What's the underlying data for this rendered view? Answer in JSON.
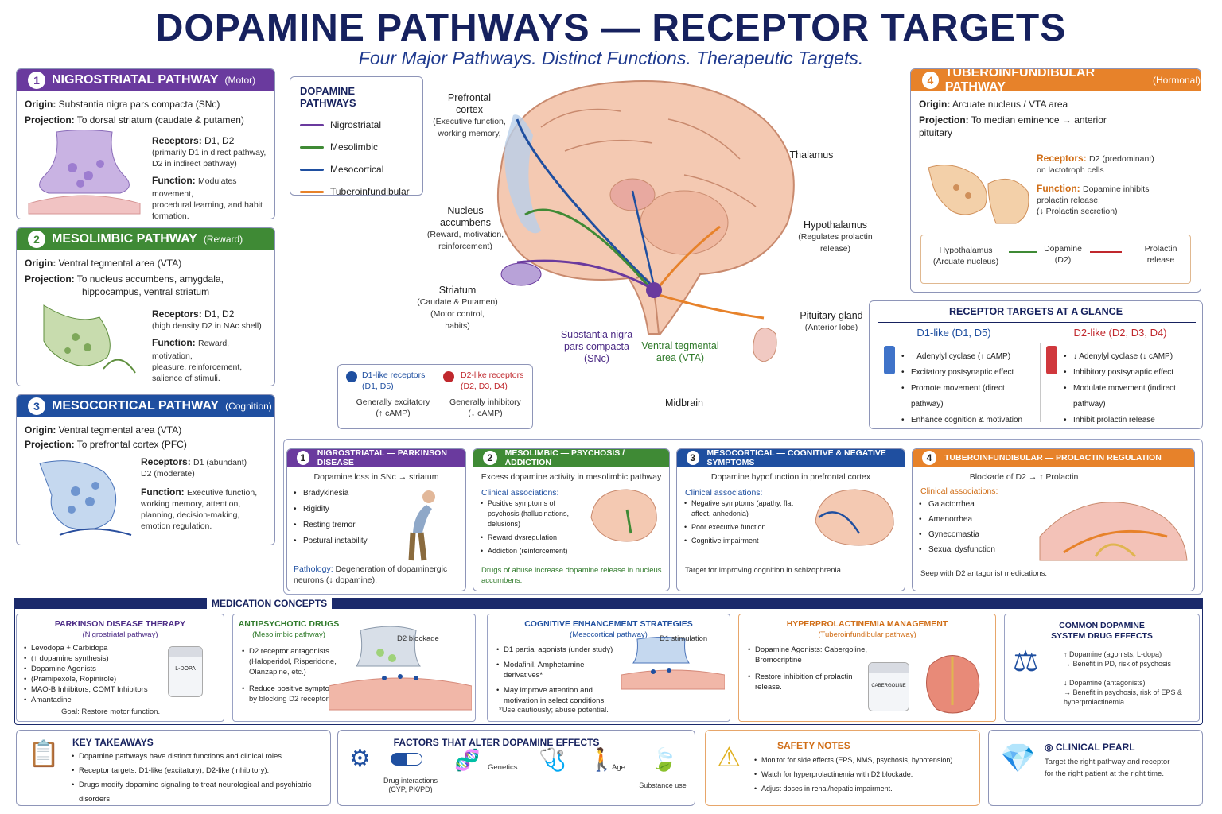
{
  "header": {
    "title": "DOPAMINE PATHWAYS — RECEPTOR TARGETS",
    "subtitle": "Four Major Pathways. Distinct Functions. Therapeutic Targets."
  },
  "colors": {
    "nigrostriatal": "#6a3a9e",
    "mesolimbic": "#3f8a35",
    "mesocortical": "#1f4fa0",
    "tuberoinfundibular": "#e7822a",
    "navy": "#16215e",
    "d1": "#1f4fa0",
    "d2": "#c0282d"
  },
  "p1": {
    "num": "1",
    "title": "NIGROSTRIATAL PATHWAY",
    "tag": "(Motor)",
    "origin_k": "Origin:",
    "origin": "Substantia nigra pars compacta (SNc)",
    "proj_k": "Projection:",
    "proj": "To dorsal striatum (caudate & putamen)",
    "rec_k": "Receptors:",
    "rec": "D1, D2",
    "rec_note1": "(primarily D1 in direct pathway,",
    "rec_note2": "D2 in indirect pathway)",
    "func_k": "Function:",
    "func1": "Modulates movement,",
    "func2": "procedural learning, and habit",
    "func3": "formation."
  },
  "p2": {
    "num": "2",
    "title": "MESOLIMBIC PATHWAY",
    "tag": "(Reward)",
    "origin_k": "Origin:",
    "origin": "Ventral tegmental area (VTA)",
    "proj_k": "Projection:",
    "proj1": "To nucleus accumbens, amygdala,",
    "proj2": "hippocampus, ventral striatum",
    "rec_k": "Receptors:",
    "rec": "D1, D2",
    "rec_note": "(high density D2 in NAc shell)",
    "func_k": "Function:",
    "func1": "Reward, motivation,",
    "func2": "pleasure, reinforcement,",
    "func3": "salience of stimuli."
  },
  "p3": {
    "num": "3",
    "title": "MESOCORTICAL PATHWAY",
    "tag": "(Cognition)",
    "origin_k": "Origin:",
    "origin": "Ventral tegmental area (VTA)",
    "proj_k": "Projection:",
    "proj": "To prefrontal cortex (PFC)",
    "rec_k": "Receptors:",
    "rec1": "D1 (abundant)",
    "rec2": "D2 (moderate)",
    "func_k": "Function:",
    "func1": "Executive function,",
    "func2": "working memory, attention,",
    "func3": "planning, decision-making,",
    "func4": "emotion regulation."
  },
  "p4": {
    "num": "4",
    "title": "TUBEROINFUNDIBULAR PATHWAY",
    "tag": "(Hormonal)",
    "origin_k": "Origin:",
    "origin": "Arcuate nucleus / VTA area",
    "proj_k": "Projection:",
    "proj1": "To median eminence → anterior",
    "proj2": "pituitary",
    "rec_k": "Receptors:",
    "rec": "D2 (predominant)",
    "rec2": "on lactotroph cells",
    "func_k": "Function:",
    "func1": "Dopamine inhibits",
    "func2": "prolactin release.",
    "func3": "(↓ Prolactin secretion)",
    "flow_a": "Hypothalamus",
    "flow_a2": "(Arcuate nucleus)",
    "flow_b": "Dopamine",
    "flow_b2": "(D2)",
    "flow_c": "Prolactin",
    "flow_c2": "release"
  },
  "legend": {
    "title": "DOPAMINE PATHWAYS",
    "items": [
      "Nigrostriatal",
      "Mesolimbic",
      "Mesocortical",
      "Tuberoinfundibular"
    ]
  },
  "brain": {
    "pfc": "Prefrontal",
    "pfc2": "cortex",
    "pfc_s": "(Executive function,",
    "pfc_s2": "working memory,",
    "thal": "Thalamus",
    "nacc": "Nucleus",
    "nacc2": "accumbens",
    "nacc_s": "(Reward, motivation,",
    "nacc_s2": "reinforcement)",
    "hyp": "Hypothalamus",
    "hyp_s": "(Regulates prolactin",
    "hyp_s2": "release)",
    "str": "Striatum",
    "str_s": "(Caudate & Putamen)",
    "str_s2": "(Motor control,",
    "str_s3": "habits)",
    "snc": "Substantia nigra",
    "snc2": "pars compacta",
    "snc3": "(SNc)",
    "vta": "Ventral tegmental",
    "vta2": "area (VTA)",
    "pit": "Pituitary gland",
    "pit_s": "(Anterior lobe)",
    "mid": "Midbrain"
  },
  "rkey": {
    "d1": "D1-like receptors",
    "d1b": "(D1, D5)",
    "d1c": "Generally excitatory",
    "d1d": "(↑ cAMP)",
    "d2": "D2-like receptors",
    "d2b": "(D2, D3, D4)",
    "d2c": "Generally inhibitory",
    "d2d": "(↓ cAMP)"
  },
  "glance": {
    "title": "RECEPTOR TARGETS AT A GLANCE",
    "d1": "D1-like (D1, D5)",
    "d2": "D2-like (D2, D3, D4)",
    "d1_items": [
      "↑ Adenylyl cyclase (↑ cAMP)",
      "Excitatory postsynaptic effect",
      "Promote movement (direct pathway)",
      "Enhance cognition & motivation"
    ],
    "d2_items": [
      "↓ Adenylyl cyclase (↓ cAMP)",
      "Inhibitory postsynaptic effect",
      "Modulate movement (indirect pathway)",
      "Inhibit prolactin release"
    ]
  },
  "clin": [
    {
      "num": "1",
      "title": "NIGROSTRIATAL — PARKINSON DISEASE",
      "lead": "Dopamine loss in SNc → striatum",
      "items": [
        "Bradykinesia",
        "Rigidity",
        "Resting tremor",
        "Postural instability"
      ],
      "foot_k": "Pathology:",
      "foot": "Degeneration of dopaminergic neurons (↓ dopamine)."
    },
    {
      "num": "2",
      "title": "MESOLIMBIC — PSYCHOSIS / ADDICTION",
      "lead": "Excess dopamine activity in mesolimbic pathway",
      "assoc": "Clinical associations:",
      "items": [
        "Positive symptoms of psychosis (hallucinations, delusions)",
        "Reward dysregulation",
        "Addiction (reinforcement)"
      ],
      "foot": "Drugs of abuse increase dopamine release in nucleus accumbens."
    },
    {
      "num": "3",
      "title": "MESOCORTICAL — COGNITIVE & NEGATIVE SYMPTOMS",
      "lead": "Dopamine hypofunction in prefrontal cortex",
      "assoc": "Clinical associations:",
      "items": [
        "Negative symptoms (apathy, flat affect, anhedonia)",
        "Poor executive function",
        "Cognitive impairment"
      ],
      "foot": "Target for improving cognition in schizophrenia."
    },
    {
      "num": "4",
      "title": "TUBEROINFUNDIBULAR — PROLACTIN REGULATION",
      "lead": "Blockade of D2 → ↑ Prolactin",
      "assoc": "Clinical associations:",
      "items": [
        "Galactorrhea",
        "Amenorrhea",
        "Gynecomastia",
        "Sexual dysfunction"
      ],
      "foot": "Seep with D2 antagonist medications."
    }
  ],
  "meds": {
    "bar": "MEDICATION CONCEPTS",
    "park": {
      "title": "PARKINSON DISEASE THERAPY",
      "sub": "(Nigrostriatal pathway)",
      "items": [
        "Levodopa + Carbidopa",
        "(↑ dopamine synthesis)",
        "Dopamine Agonists",
        "(Pramipexole, Ropinirole)",
        "MAO-B Inhibitors, COMT Inhibitors",
        "Amantadine"
      ],
      "goal": "Goal: Restore motor function.",
      "bottle": "L-DOPA"
    },
    "anti": {
      "title": "ANTIPSYCHOTIC DRUGS",
      "sub": "(Mesolimbic pathway)",
      "items": [
        "D2 receptor antagonists",
        "(Haloperidol, Risperidone,",
        "Olanzapine, etc.)",
        "Reduce positive symptoms",
        "by blocking D2 receptors."
      ],
      "tag": "D2 blockade"
    },
    "cog": {
      "title": "COGNITIVE ENHANCEMENT STRATEGIES",
      "sub": "(Mesocortical pathway)",
      "items": [
        "D1 partial agonists (under study)",
        "Modafinil, Amphetamine derivatives*",
        "May improve attention and motivation in select conditions."
      ],
      "tag": "D1 stimulation",
      "note": "*Use cautiously; abuse potential."
    },
    "hyper": {
      "title": "HYPERPROLACTINEMIA MANAGEMENT",
      "sub": "(Tuberoinfundibular pathway)",
      "items": [
        "Dopamine Agonists: Cabergoline, Bromocriptine",
        "Restore inhibition of prolactin release."
      ],
      "bottle": "CABERGOLINE"
    },
    "common": {
      "title": "COMMON DOPAMINE",
      "title2": "SYSTEM DRUG EFFECTS",
      "l1": "↑ Dopamine (agonists, L-dopa)",
      "l2": "→ Benefit in PD, risk of psychosis",
      "l3": "↓ Dopamine (antagonists)",
      "l4": "→ Benefit in psychosis, risk of EPS & hyperprolactinemia"
    }
  },
  "bottom": {
    "key": {
      "title": "KEY TAKEAWAYS",
      "items": [
        "Dopamine pathways have distinct functions and clinical roles.",
        "Receptor targets: D1-like (excitatory), D2-like (inhibitory).",
        "Drugs modify dopamine signaling to treat neurological and psychiatric disorders."
      ]
    },
    "factors": {
      "title": "FACTORS THAT ALTER DOPAMINE EFFECTS",
      "drug": "Drug interactions",
      "drug2": "(CYP, PK/PD)",
      "gen": "Genetics",
      "age": "Age",
      "sub": "Substance use"
    },
    "safety": {
      "title": "SAFETY NOTES",
      "items": [
        "Monitor for side effects (EPS, NMS, psychosis, hypotension).",
        "Watch for hyperprolactinemia with D2 blockade.",
        "Adjust doses in renal/hepatic impairment."
      ]
    },
    "pearl": {
      "title": "CLINICAL PEARL",
      "l1": "Target the right pathway and receptor",
      "l2": "for the right patient at the right time."
    }
  }
}
